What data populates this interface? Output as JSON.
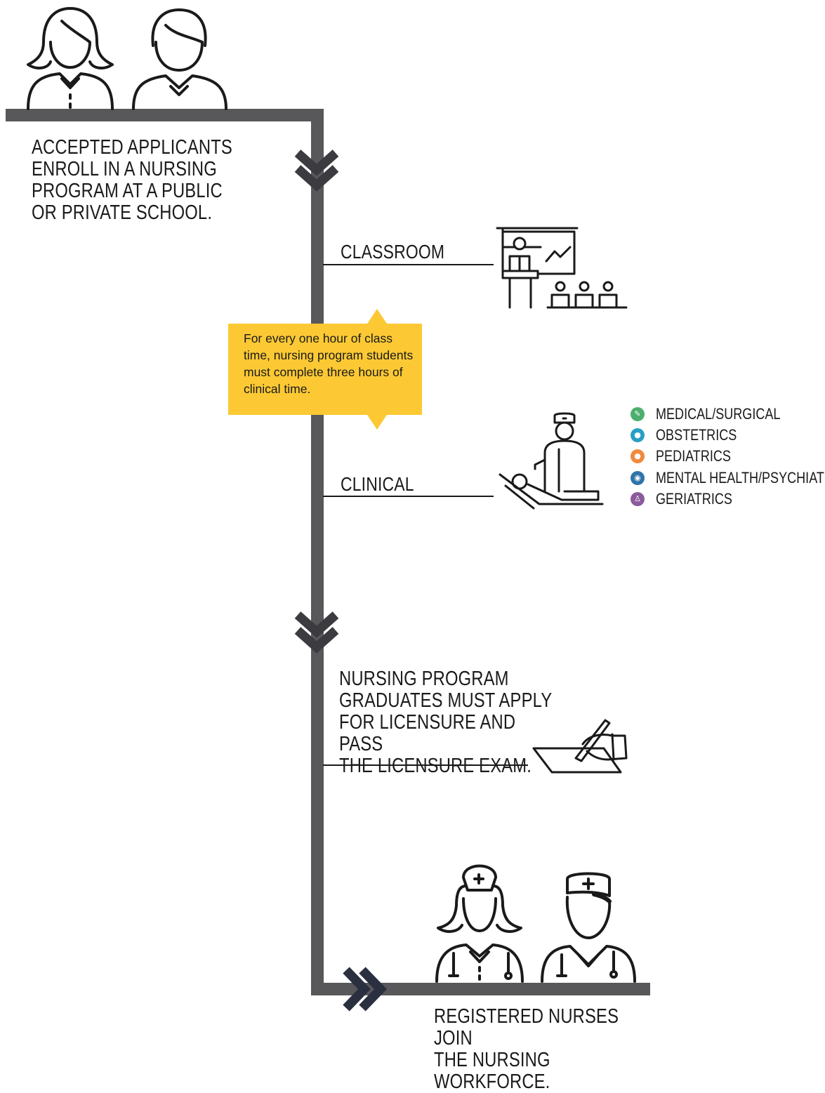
{
  "steps": {
    "enroll": "ACCEPTED APPLICANTS\nENROLL IN A NURSING\nPROGRAM AT A PUBLIC\nOR PRIVATE SCHOOL.",
    "licensure": "NURSING PROGRAM\nGRADUATES MUST APPLY\nFOR LICENSURE AND PASS\nTHE LICENSURE EXAM.",
    "workforce": "REGISTERED NURSES JOIN\nTHE NURSING WORKFORCE."
  },
  "branches": {
    "classroom": "CLASSROOM",
    "clinical": "CLINICAL"
  },
  "callout": {
    "text": "For every one hour of class time, nursing program students must complete three hours of clinical time."
  },
  "clinical_areas": [
    {
      "label": "MEDICAL/SURGICAL",
      "color": "#4caf6e",
      "icon": "feather-icon"
    },
    {
      "label": "OBSTETRICS",
      "color": "#2a9fc4",
      "icon": "baby-icon"
    },
    {
      "label": "PEDIATRICS",
      "color": "#f08a3c",
      "icon": "child-icon"
    },
    {
      "label": "MENTAL HEALTH/PSYCHIATRY",
      "color": "#2f74a8",
      "icon": "head-icon"
    },
    {
      "label": "GERIATRICS",
      "color": "#8b5b9c",
      "icon": "elder-icon"
    }
  ],
  "colors": {
    "path": "#58585b",
    "chevron": "#3c3c40",
    "chevron_final": "#2b3040",
    "callout": "#fcc934",
    "line": "#1a1a1a"
  }
}
